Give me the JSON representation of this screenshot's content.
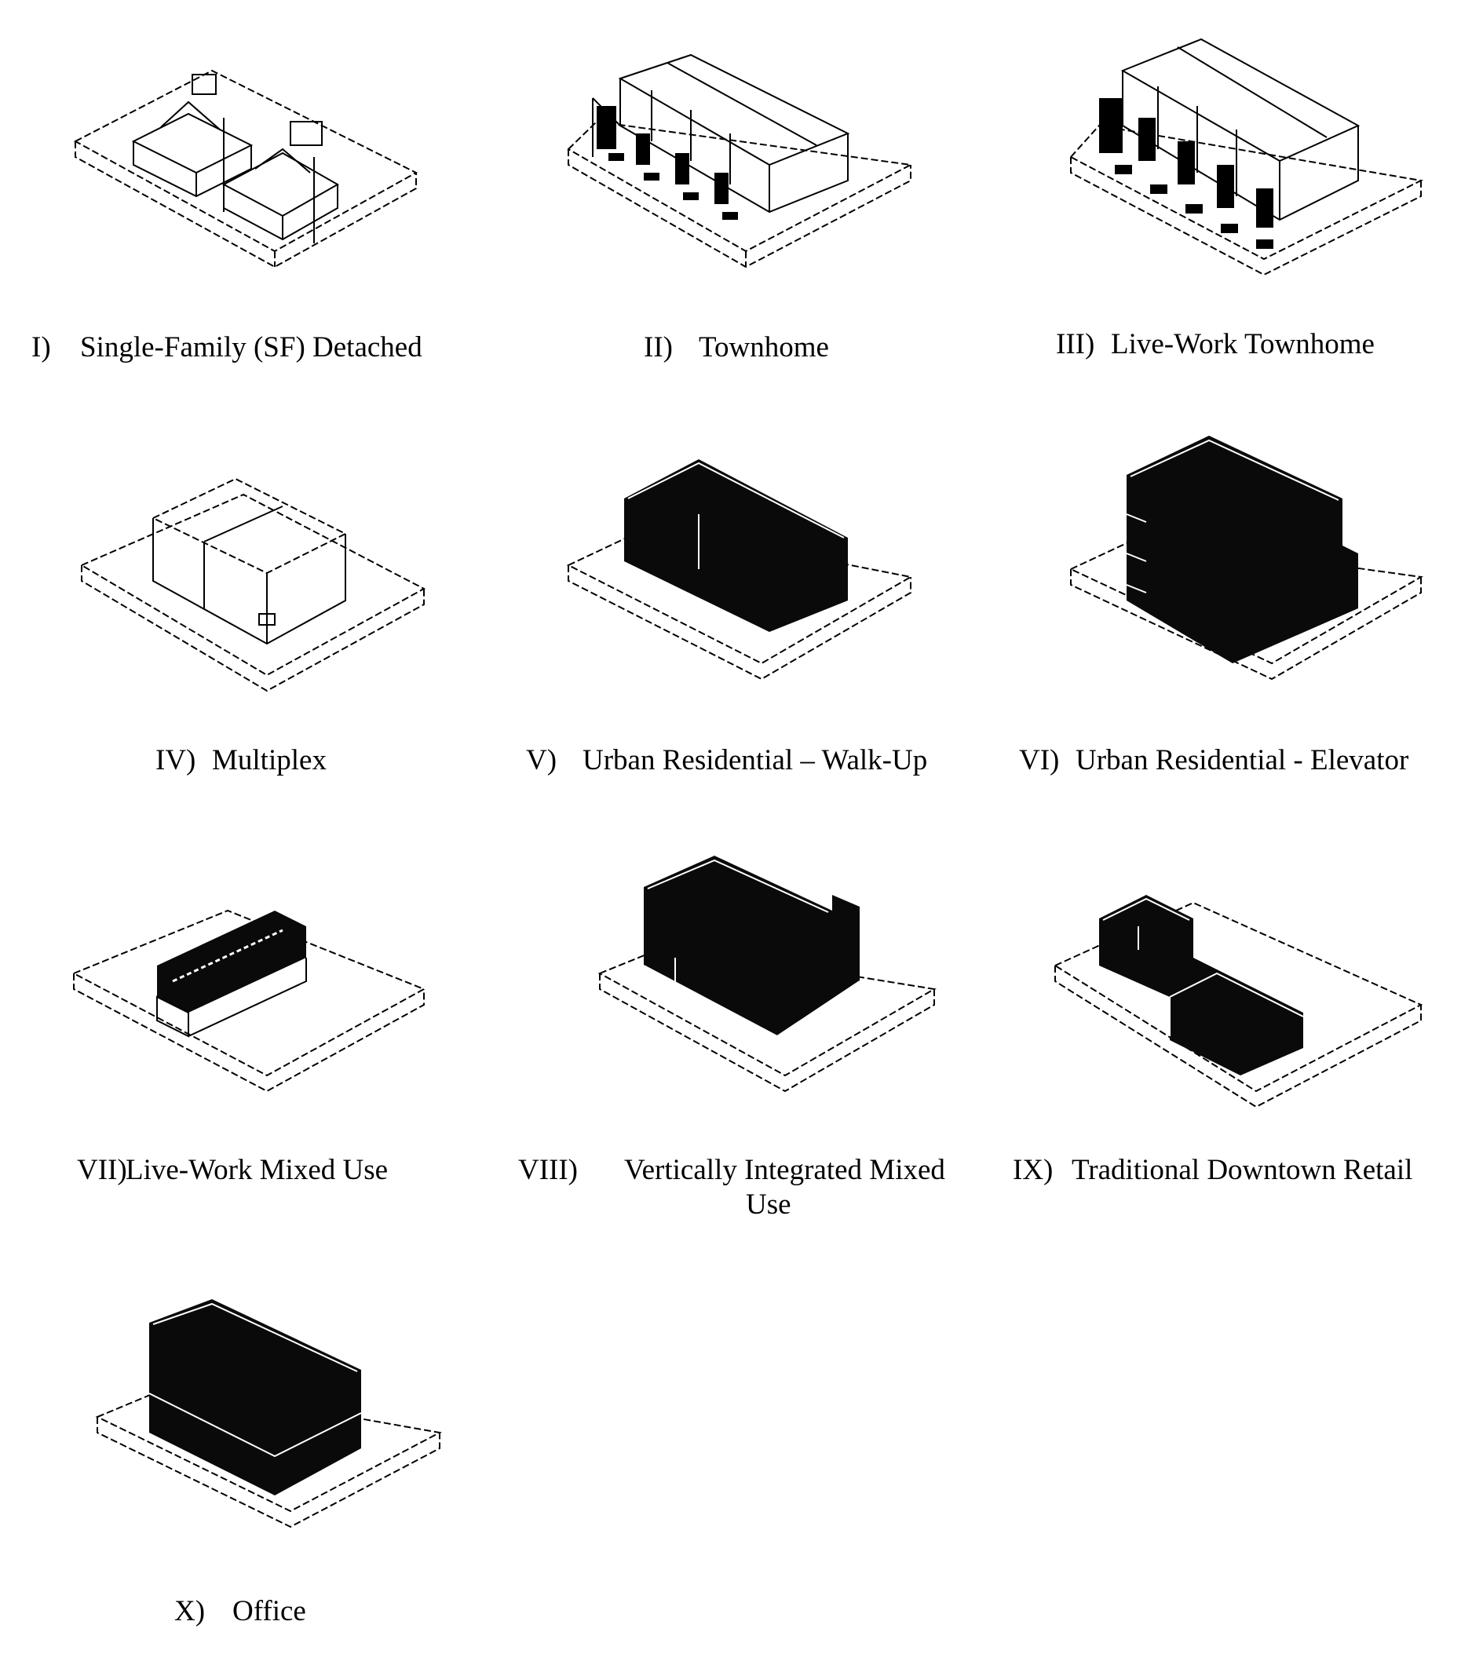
{
  "figure": {
    "items": [
      {
        "numeral": "I)",
        "label": "Single-Family (SF) Detached",
        "drawing": "single-family-drawing"
      },
      {
        "numeral": "II)",
        "label": "Townhome",
        "drawing": "townhome-drawing"
      },
      {
        "numeral": "III)",
        "label": "Live-Work Townhome",
        "drawing": "live-work-townhome-drawing"
      },
      {
        "numeral": "IV)",
        "label": "Multiplex",
        "drawing": "multiplex-drawing"
      },
      {
        "numeral": "V)",
        "label": "Urban Residential – Walk-Up",
        "drawing": "urban-walkup-drawing"
      },
      {
        "numeral": "VI)",
        "label": "Urban Residential - Elevator",
        "drawing": "urban-elevator-drawing"
      },
      {
        "numeral": "VII)",
        "label": "Live-Work Mixed Use",
        "drawing": "live-work-mixed-use-drawing"
      },
      {
        "numeral": "VIII)",
        "label": "Vertically Integrated Mixed",
        "label_line2": "Use",
        "drawing": "vertical-mixed-use-drawing"
      },
      {
        "numeral": "IX)",
        "label": "Traditional Downtown Retail",
        "drawing": "downtown-retail-drawing"
      },
      {
        "numeral": "X)",
        "label": "Office",
        "drawing": "office-drawing"
      }
    ]
  },
  "colors": {
    "ink": "#000000",
    "paper": "#ffffff",
    "massing": "#0a0a0a"
  }
}
